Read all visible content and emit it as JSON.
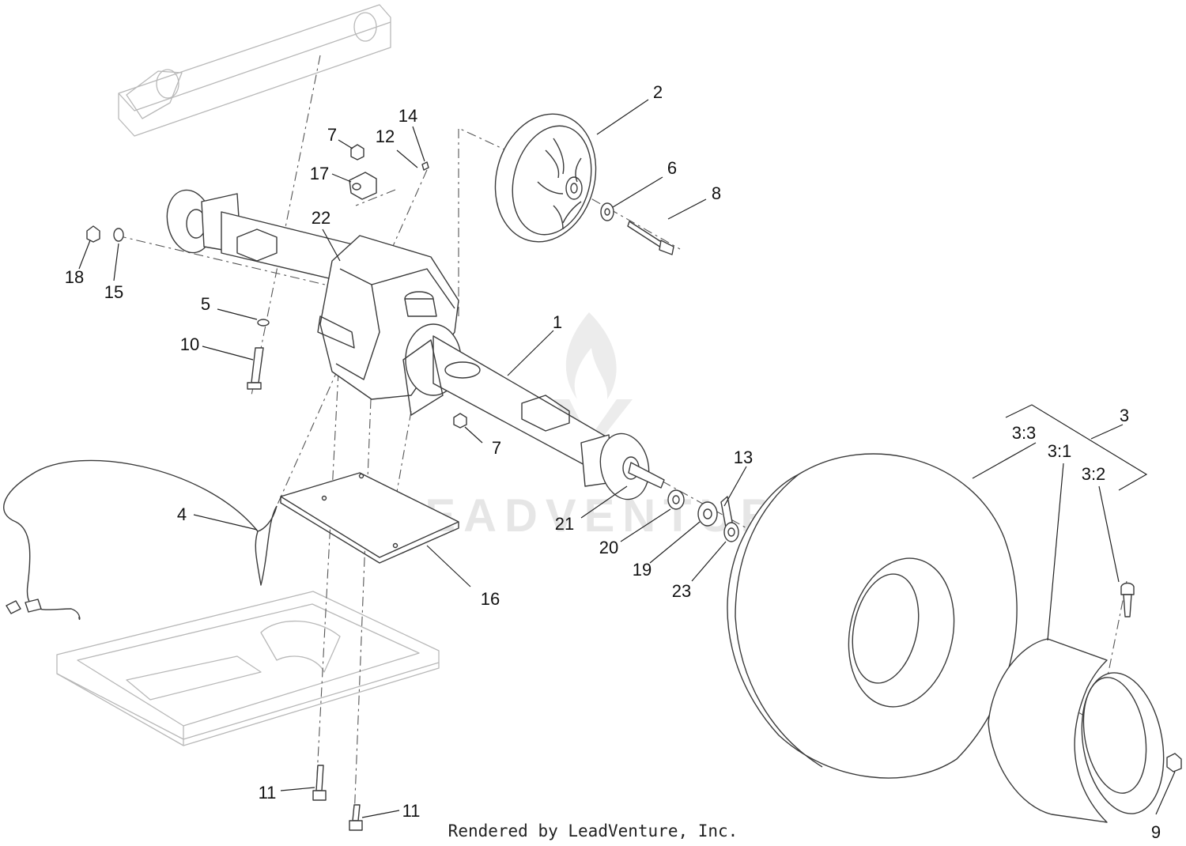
{
  "callouts": [
    {
      "id": "c1",
      "label": "1"
    },
    {
      "id": "c2",
      "label": "2"
    },
    {
      "id": "c3",
      "label": "3"
    },
    {
      "id": "c3-1",
      "label": "3:1"
    },
    {
      "id": "c3-2",
      "label": "3:2"
    },
    {
      "id": "c3-3",
      "label": "3:3"
    },
    {
      "id": "c4",
      "label": "4"
    },
    {
      "id": "c5",
      "label": "5"
    },
    {
      "id": "c6",
      "label": "6"
    },
    {
      "id": "c7a",
      "label": "7"
    },
    {
      "id": "c7b",
      "label": "7"
    },
    {
      "id": "c8",
      "label": "8"
    },
    {
      "id": "c9",
      "label": "9"
    },
    {
      "id": "c10",
      "label": "10"
    },
    {
      "id": "c11a",
      "label": "11"
    },
    {
      "id": "c11b",
      "label": "11"
    },
    {
      "id": "c12",
      "label": "12"
    },
    {
      "id": "c13",
      "label": "13"
    },
    {
      "id": "c14",
      "label": "14"
    },
    {
      "id": "c15",
      "label": "15"
    },
    {
      "id": "c16",
      "label": "16"
    },
    {
      "id": "c17",
      "label": "17"
    },
    {
      "id": "c18",
      "label": "18"
    },
    {
      "id": "c19",
      "label": "19"
    },
    {
      "id": "c20",
      "label": "20"
    },
    {
      "id": "c21",
      "label": "21"
    },
    {
      "id": "c22",
      "label": "22"
    },
    {
      "id": "c23",
      "label": "23"
    }
  ],
  "footer": "Rendered by LeadVenture, Inc.",
  "watermark": "LEADVENTURE",
  "colors": {
    "ink": "#222222",
    "ghost": "#b8b8b8",
    "watermark": "#e6e6e6"
  }
}
